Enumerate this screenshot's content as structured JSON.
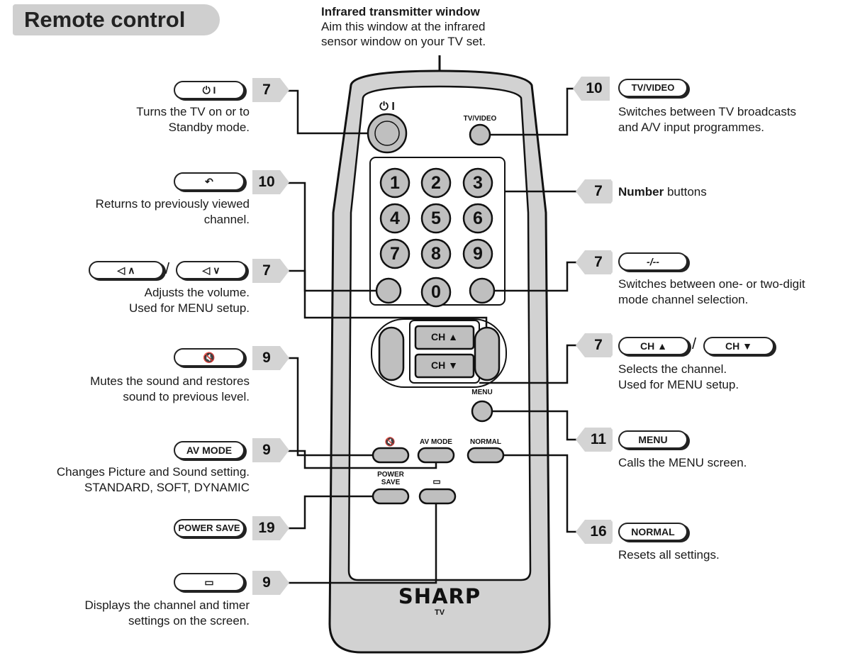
{
  "title": "Remote control",
  "ir": {
    "heading": "Infrared transmitter window",
    "line1": "Aim this window at the infrared",
    "line2": "sensor window on your TV set."
  },
  "left": {
    "power": {
      "page": "7",
      "desc1": "Turns the TV on or to",
      "desc2": "Standby mode.",
      "icon": "power-icon"
    },
    "flashback": {
      "page": "10",
      "desc1": "Returns to previously viewed",
      "desc2": "channel.",
      "icon": "flashback-icon"
    },
    "volume": {
      "page": "7",
      "sep": "/",
      "desc1": "Adjusts the volume.",
      "desc2": "Used for MENU setup.",
      "icon": "volume-icon"
    },
    "mute": {
      "page": "9",
      "desc1": "Mutes the sound and restores",
      "desc2": "sound to previous level.",
      "icon": "mute-icon"
    },
    "avmode": {
      "label": "AV MODE",
      "page": "9",
      "desc1": "Changes Picture and Sound setting.",
      "desc2": "STANDARD, SOFT, DYNAMIC"
    },
    "powersave": {
      "label": "POWER SAVE",
      "page": "19"
    },
    "display": {
      "page": "9",
      "desc1": "Displays the channel and timer",
      "desc2": "settings on the screen.",
      "icon": "display-icon"
    }
  },
  "right": {
    "tvvideo": {
      "label": "TV/VIDEO",
      "page": "10",
      "desc1": "Switches between TV broadcasts",
      "desc2": "and A/V input programmes."
    },
    "number": {
      "page": "7",
      "bold": "Number",
      "rest": " buttons"
    },
    "digit": {
      "label": "-/--",
      "page": "7",
      "desc1": "Switches between one- or two-digit",
      "desc2": "mode channel selection."
    },
    "channel": {
      "label_up": "CH ▲",
      "sep": "/",
      "label_down": "CH ▼",
      "page": "7",
      "desc1": "Selects the channel.",
      "desc2": "Used for MENU setup."
    },
    "menu": {
      "label": "MENU",
      "page": "11",
      "desc": "Calls the MENU screen."
    },
    "normal": {
      "label": "NORMAL",
      "page": "16",
      "desc": "Resets all settings."
    }
  },
  "remote": {
    "power_label": "⏻ I",
    "tvvideo_label": "TV/VIDEO",
    "keys": [
      "1",
      "2",
      "3",
      "4",
      "5",
      "6",
      "7",
      "8",
      "9",
      "0"
    ],
    "ch_up": "CH ▲",
    "ch_down": "CH ▼",
    "menu_label": "MENU",
    "mute_label": "🔇",
    "avmode_label": "AV MODE",
    "normal_label": "NORMAL",
    "powersave_label1": "POWER",
    "powersave_label2": "SAVE",
    "brand": "SHARP",
    "brand_sub": "TV"
  }
}
